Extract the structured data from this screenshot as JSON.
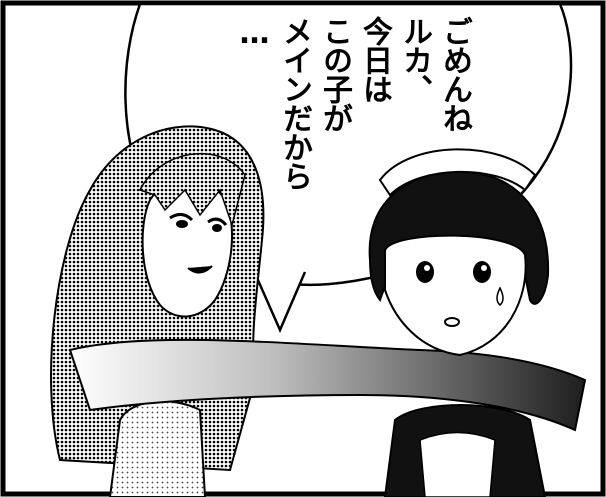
{
  "panel": {
    "speech_bubble": {
      "lines": [
        "ごめんね",
        "ルカ、",
        "今日は",
        "この子が",
        "メインだから",
        "…"
      ]
    }
  },
  "characters": [
    {
      "name": "woman-long-hair",
      "pose": "arm-around-shoulders"
    },
    {
      "name": "maid-boy",
      "expression": "nervous-sweat"
    }
  ],
  "colors": {
    "ink": "#000000",
    "paper": "#ffffff",
    "screentone": "#8a8a8a"
  }
}
